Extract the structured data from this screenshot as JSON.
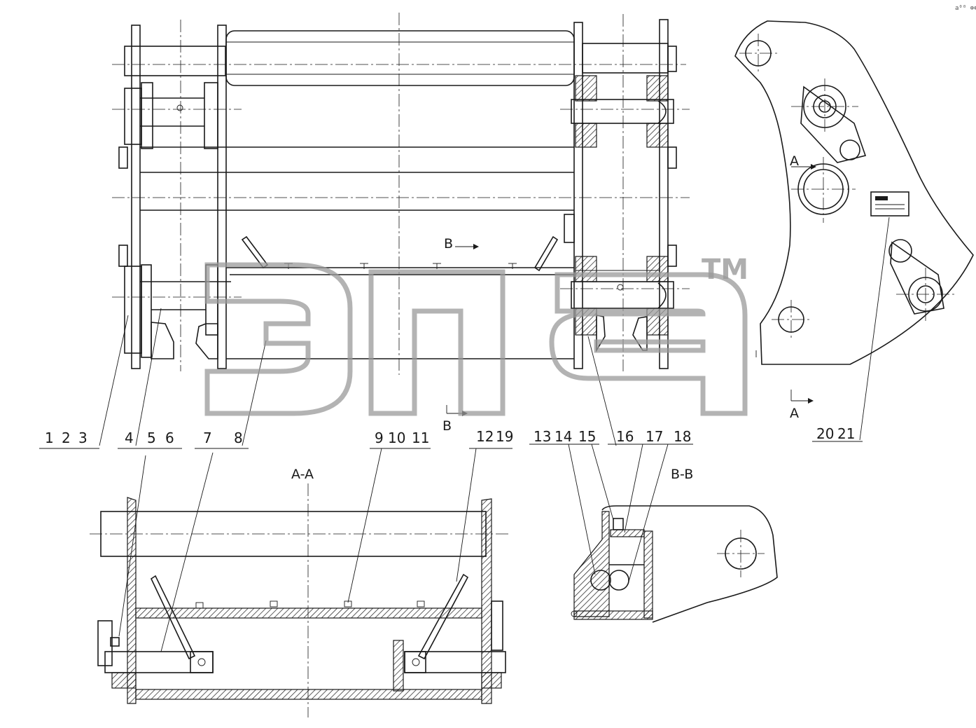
{
  "watermark": {
    "tm": "TM"
  },
  "part_numbers_top": [
    {
      "id": "p1",
      "text": "1"
    },
    {
      "id": "p2",
      "text": "2"
    },
    {
      "id": "p3",
      "text": "3"
    },
    {
      "id": "p4",
      "text": "4"
    },
    {
      "id": "p5",
      "text": "5"
    },
    {
      "id": "p6",
      "text": "6"
    },
    {
      "id": "p7",
      "text": "7"
    },
    {
      "id": "p8",
      "text": "8"
    },
    {
      "id": "p9",
      "text": "9"
    },
    {
      "id": "p10",
      "text": "10"
    },
    {
      "id": "p11",
      "text": "11"
    },
    {
      "id": "p12",
      "text": "12"
    },
    {
      "id": "p19",
      "text": "19"
    },
    {
      "id": "p13",
      "text": "13"
    },
    {
      "id": "p14",
      "text": "14"
    },
    {
      "id": "p15",
      "text": "15"
    },
    {
      "id": "p16",
      "text": "16"
    },
    {
      "id": "p17",
      "text": "17"
    },
    {
      "id": "p18",
      "text": "18"
    },
    {
      "id": "p20",
      "text": "20"
    },
    {
      "id": "p21",
      "text": "21"
    }
  ],
  "section_labels": {
    "aa": "A-A",
    "bb": "B-B",
    "a_top": "A",
    "a_bottom": "A",
    "b_top": "B",
    "b_bottom": "B"
  },
  "corner_mark": "a⁰⁰ ⊕⊕"
}
